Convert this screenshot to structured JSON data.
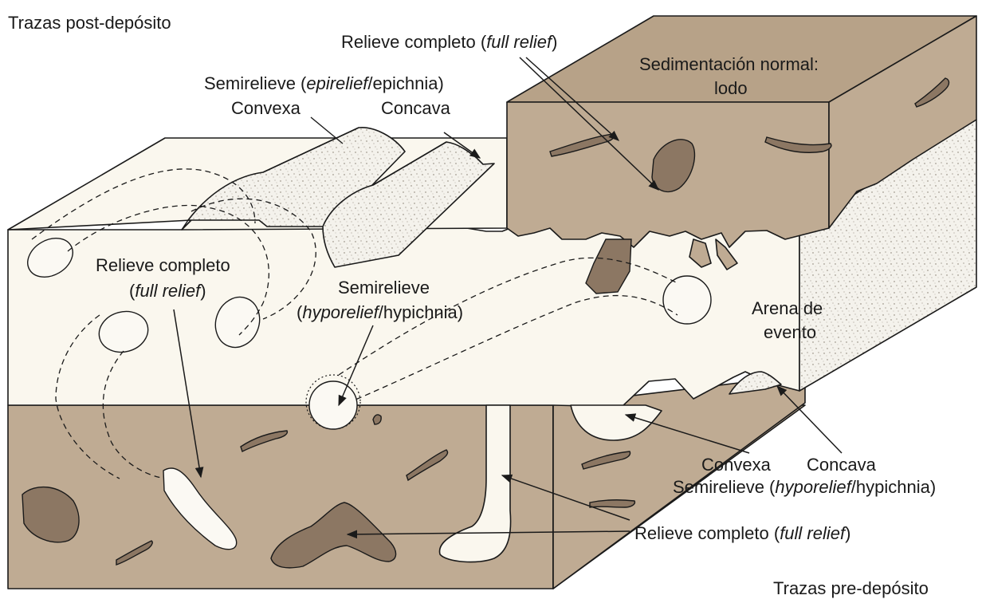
{
  "labels": {
    "post_deposit": "Trazas post-depósito",
    "pre_deposit": "Trazas pre-depósito",
    "top_full_relief": {
      "prefix": "Relieve completo (",
      "italic": "full relief",
      "suffix": ")"
    },
    "normal_sedimentation_1": "Sedimentación normal:",
    "normal_sedimentation_2": "lodo",
    "epirelief": {
      "prefix": "Semirelieve (",
      "italic": "epirelief",
      "suffix": "/epichnia)"
    },
    "convex_top": "Convexa",
    "concave_top": "Concava",
    "left_full_relief_1": "Relieve completo",
    "left_full_relief_2": {
      "prefix": "(",
      "italic": "full relief",
      "suffix": ")"
    },
    "hyporelief_mid_1": "Semirelieve",
    "hyporelief_mid_2": {
      "prefix": "(",
      "italic": "hyporelief",
      "suffix": "/hypichnia)"
    },
    "event_sand_1": "Arena de",
    "event_sand_2": "evento",
    "convex_bottom": "Convexa",
    "concave_bottom": "Concava",
    "hyporelief_bottom": {
      "prefix": "Semirelieve (",
      "italic": "hyporelief",
      "suffix": "/hypichnia)"
    },
    "bottom_full_relief": {
      "prefix": "Relieve completo (",
      "italic": "full relief",
      "suffix": ")"
    }
  },
  "colors": {
    "mud": "#bfab93",
    "sand": "#faf7ee",
    "trace_dark": "#8c7763",
    "outline": "#1a1a1a"
  }
}
